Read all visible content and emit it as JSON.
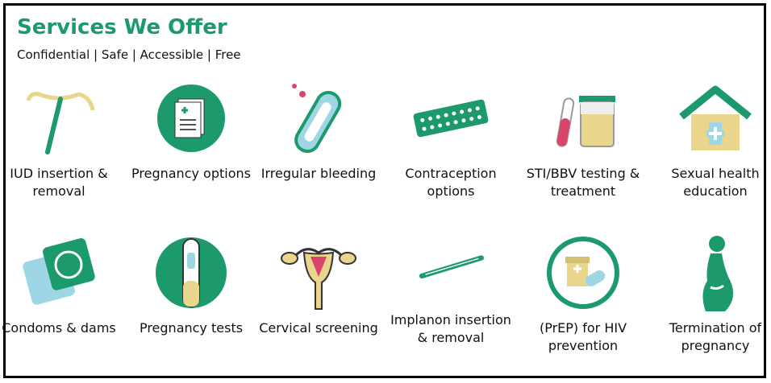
{
  "header": {
    "title": "Services We Offer",
    "subtitle": "Confidential | Safe | Accessible | Free"
  },
  "colors": {
    "green": "#1c9a6c",
    "yellow": "#e9d58c",
    "pink": "#d9456a",
    "blue": "#9fd6e6"
  },
  "services": [
    {
      "label": "IUD insertion & removal",
      "icon": "iud-icon"
    },
    {
      "label": "Pregnancy options",
      "icon": "documents-icon"
    },
    {
      "label": "Irregular bleeding",
      "icon": "pad-icon"
    },
    {
      "label": "Contraception options",
      "icon": "pill-pack-icon"
    },
    {
      "label": "STI/BBV testing & treatment",
      "icon": "test-tube-icon"
    },
    {
      "label": "Sexual health education",
      "icon": "house-icon"
    },
    {
      "label": "Condoms & dams",
      "icon": "condom-icon"
    },
    {
      "label": "Pregnancy tests",
      "icon": "pregnancy-test-icon"
    },
    {
      "label": "Cervical screening",
      "icon": "uterus-icon"
    },
    {
      "label": "Implanon insertion & removal",
      "icon": "implant-rod-icon"
    },
    {
      "label": "(PrEP) for HIV prevention",
      "icon": "prep-pills-icon"
    },
    {
      "label": "Termination of pregnancy",
      "icon": "pregnant-woman-icon"
    }
  ]
}
